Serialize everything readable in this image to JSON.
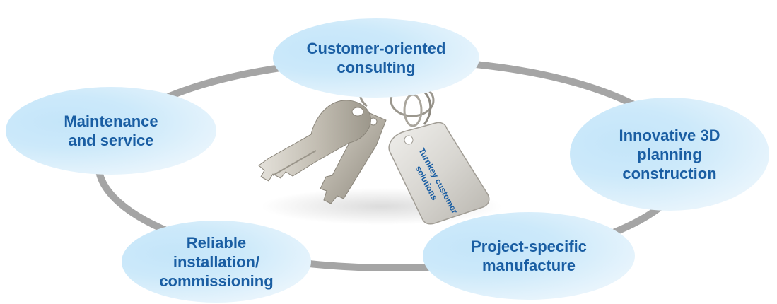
{
  "diagram": {
    "center_tag_text": [
      "Turnkey customer",
      "solutions"
    ],
    "nodes": [
      {
        "id": "consulting",
        "label": "Customer-oriented\nconsulting"
      },
      {
        "id": "planning",
        "label": "Innovative 3D\nplanning\nconstruction"
      },
      {
        "id": "manufacture",
        "label": "Project-specific\nmanufacture"
      },
      {
        "id": "installation",
        "label": "Reliable\ninstallation/\ncommissioning"
      },
      {
        "id": "maintenance",
        "label": "Maintenance\nand service"
      }
    ],
    "colors": {
      "ring": "#a5a5a5",
      "label_text": "#1a5ea3",
      "bubble_fill": "#cce9fa"
    },
    "icons": [
      "keys-illustration"
    ]
  }
}
